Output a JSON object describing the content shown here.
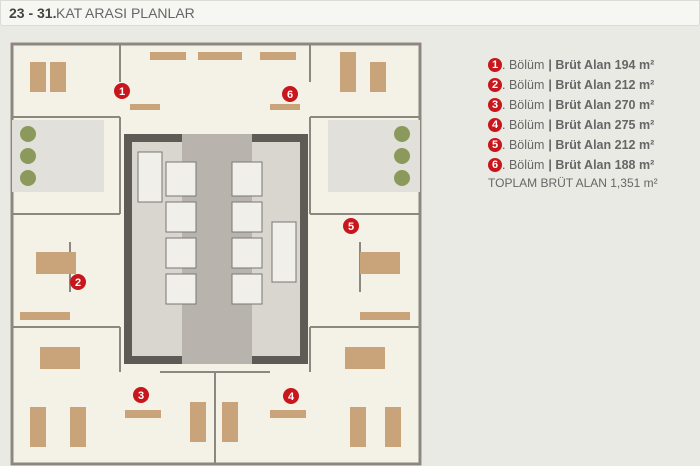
{
  "header": {
    "range": "23 - 31.",
    "title": "KAT ARASI PLANLAR"
  },
  "legend": {
    "items": [
      {
        "num": "1",
        "label": ". Bölüm",
        "area": "| Brüt Alan 194 m²"
      },
      {
        "num": "2",
        "label": ". Bölüm",
        "area": "| Brüt Alan 212 m²"
      },
      {
        "num": "3",
        "label": ". Bölüm",
        "area": "| Brüt Alan 270 m²"
      },
      {
        "num": "4",
        "label": ". Bölüm",
        "area": "| Brüt Alan 275 m²"
      },
      {
        "num": "5",
        "label": ". Bölüm",
        "area": "| Brüt Alan 212 m²"
      },
      {
        "num": "6",
        "label": ". Bölüm",
        "area": "| Brüt Alan 188 m²"
      }
    ],
    "total": "TOPLAM BRÜT ALAN 1,351 m²"
  },
  "plan": {
    "markers": [
      "1",
      "2",
      "3",
      "4",
      "5",
      "6"
    ]
  },
  "colors": {
    "accent": "#c8161d",
    "core": "#5e5a55",
    "desk": "#c9a47a",
    "floor": "#f4f2e6"
  }
}
